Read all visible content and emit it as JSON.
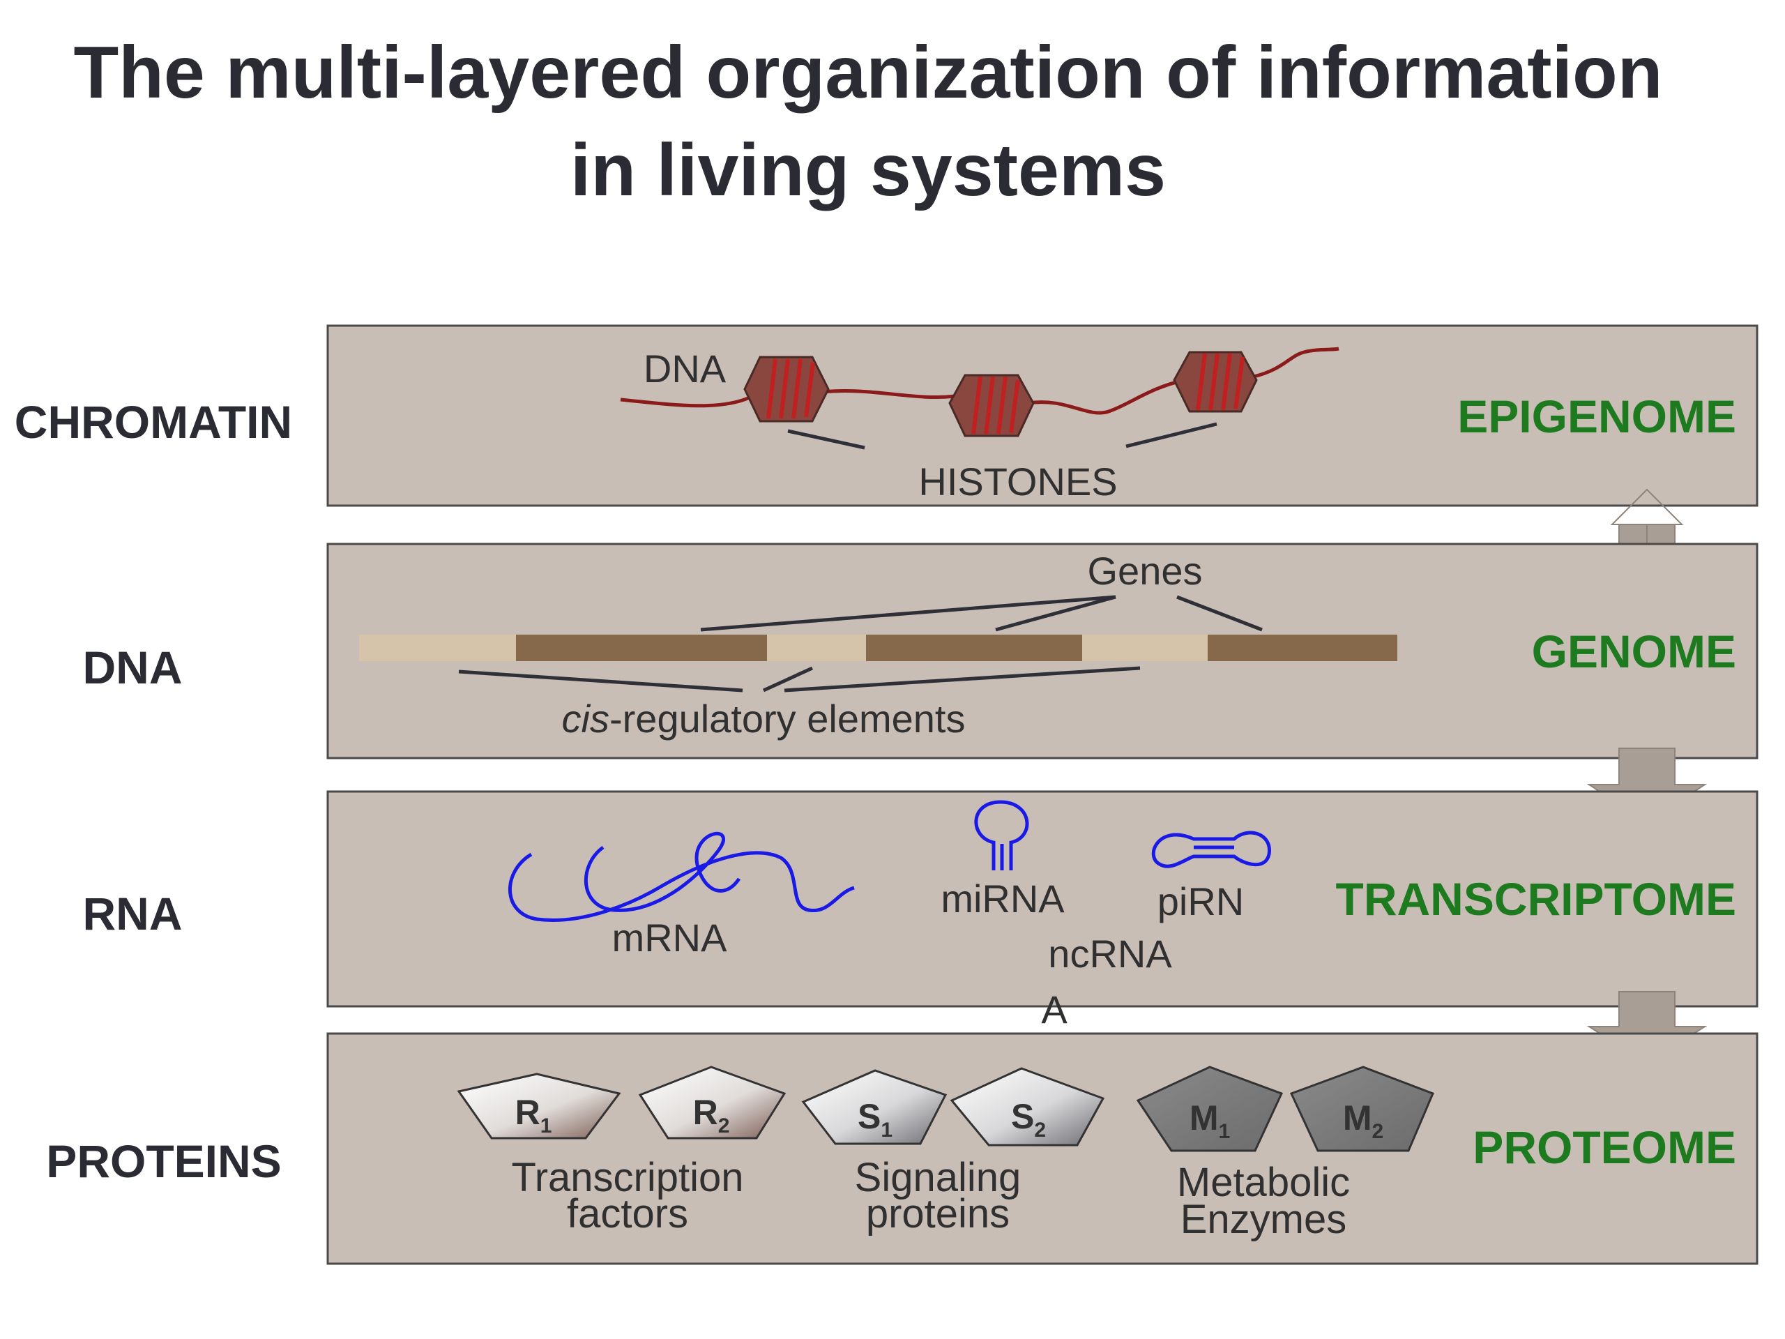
{
  "title": {
    "line1": "The multi-layered organization of information",
    "line2": "in living systems"
  },
  "layers": [
    {
      "id": "chromatin",
      "level": "CHROMATIN",
      "omics": "EPIGENOME"
    },
    {
      "id": "dna",
      "level": "DNA",
      "omics": "GENOME"
    },
    {
      "id": "rna",
      "level": "RNA",
      "omics": "TRANSCRIPTOME"
    },
    {
      "id": "proteins",
      "level": "PROTEINS",
      "omics": "PROTEOME"
    }
  ],
  "chromatin": {
    "dna_label": "DNA",
    "histones_label": "HISTONES"
  },
  "genome": {
    "genes_label": "Genes",
    "cis_italic": "cis",
    "cis_rest": "-regulatory elements"
  },
  "transcriptome": {
    "mrna_label": "mRNA",
    "mirna_label": "miRNA",
    "pirna_label": "piRN",
    "pirna_wrap": "A",
    "ncrna_label": "ncRNA"
  },
  "proteome": {
    "proteins": [
      {
        "letter": "R",
        "sub": "1"
      },
      {
        "letter": "R",
        "sub": "2"
      },
      {
        "letter": "S",
        "sub": "1"
      },
      {
        "letter": "S",
        "sub": "2"
      },
      {
        "letter": "M",
        "sub": "1"
      },
      {
        "letter": "M",
        "sub": "2"
      }
    ],
    "groups": [
      {
        "line1": "Transcription",
        "line2": "factors"
      },
      {
        "line1": "Signaling",
        "line2": "proteins"
      },
      {
        "line1": "Metabolic",
        "line2": "Enzymes"
      }
    ]
  },
  "colors": {
    "panel": "#c9beb6",
    "omics_text": "#1e7a1e",
    "dna_strand": "#8b1a1a",
    "histone": "#8a4740",
    "gene_block": "#86694a",
    "regulatory_block": "#d5c4aa",
    "rna_strand": "#1a1ae6",
    "arrow": "#a89e96"
  }
}
